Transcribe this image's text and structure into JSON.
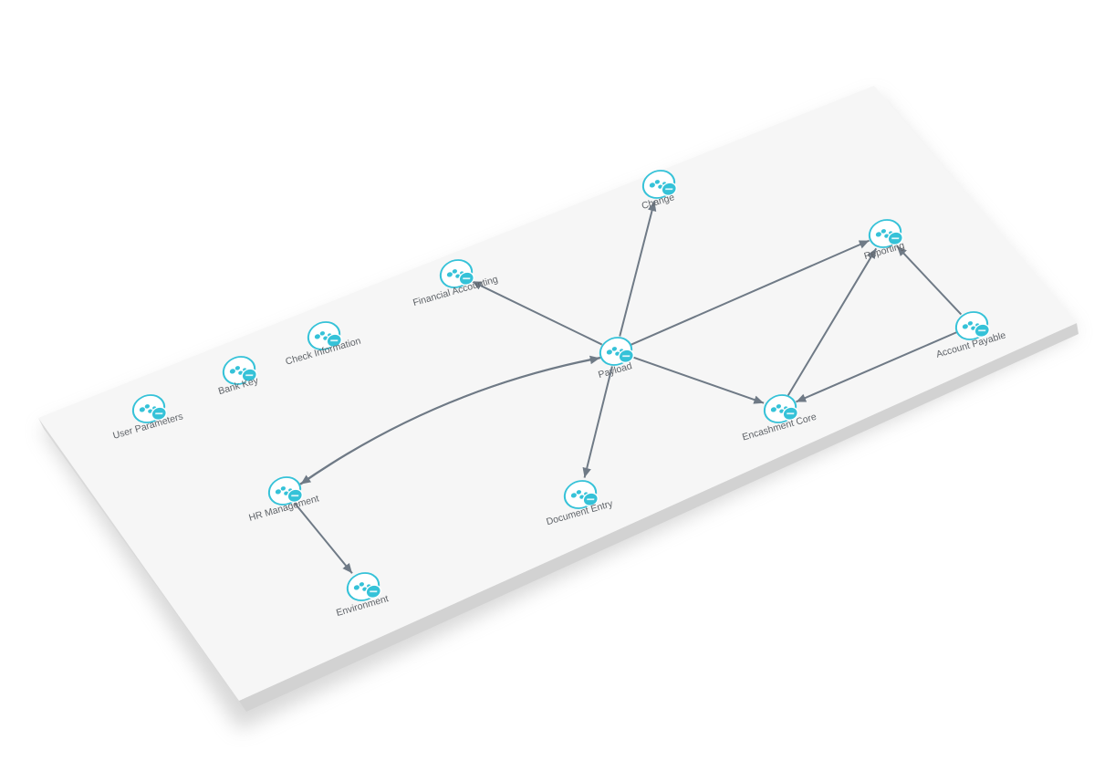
{
  "diagram": {
    "colors": {
      "accent": "#35c2d8",
      "edge": "#6f7a86",
      "label": "#5f6368",
      "panel": "#f6f6f6",
      "panel_shadow": "#c8c8c8"
    },
    "node_icon": "module-icon",
    "nodes": [
      {
        "id": "user-parameters",
        "label": "User Parameters"
      },
      {
        "id": "bank-key",
        "label": "Bank Key"
      },
      {
        "id": "check-information",
        "label": "Check Information"
      },
      {
        "id": "financial-accounting",
        "label": "Financial Accounting"
      },
      {
        "id": "change",
        "label": "Change"
      },
      {
        "id": "payload",
        "label": "Payload"
      },
      {
        "id": "reporting",
        "label": "Reporting"
      },
      {
        "id": "account-payable",
        "label": "Account Payable"
      },
      {
        "id": "encashment-core",
        "label": "Encashment Core"
      },
      {
        "id": "document-entry",
        "label": "Document Entry"
      },
      {
        "id": "hr-management",
        "label": "HR Management"
      },
      {
        "id": "environment",
        "label": "Environment"
      }
    ],
    "edges": [
      {
        "from": "payload",
        "to": "financial-accounting"
      },
      {
        "from": "payload",
        "to": "change"
      },
      {
        "from": "payload",
        "to": "reporting"
      },
      {
        "from": "payload",
        "to": "encashment-core"
      },
      {
        "from": "payload",
        "to": "document-entry"
      },
      {
        "from": "payload",
        "to": "hr-management"
      },
      {
        "from": "hr-management",
        "to": "payload"
      },
      {
        "from": "hr-management",
        "to": "environment"
      },
      {
        "from": "encashment-core",
        "to": "reporting"
      },
      {
        "from": "account-payable",
        "to": "reporting"
      },
      {
        "from": "account-payable",
        "to": "encashment-core"
      }
    ]
  }
}
